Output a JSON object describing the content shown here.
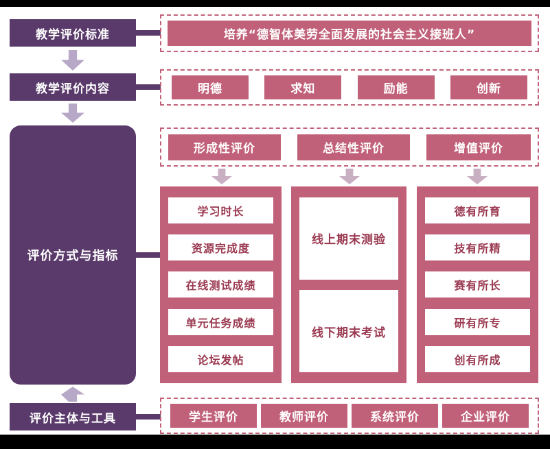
{
  "colors": {
    "purple": "#5a3a6b",
    "rose": "#c16179",
    "rose_text": "#9a3950",
    "arrow_lavender": "#b7a8c7",
    "arrow_rose": "#c9afc2",
    "background": "#ffffff",
    "frame": "#000000"
  },
  "left_column": {
    "standards": "教学评价标准",
    "content": "教学评价内容",
    "methods": "评价方式与指标",
    "subjects": "评价主体与工具"
  },
  "standards_row": {
    "goal": "培养“德智体美劳全面发展的社会主义接班人”"
  },
  "content_row": {
    "items": [
      "明德",
      "求知",
      "励能",
      "创新"
    ]
  },
  "methods_row": {
    "items": [
      "形成性评价",
      "总结性评价",
      "增值评价"
    ]
  },
  "indicator_columns": [
    {
      "items": [
        "学习时长",
        "资源完成度",
        "在线测试成绩",
        "单元任务成绩",
        "论坛发帖"
      ]
    },
    {
      "items": [
        "线上期末测验",
        "线下期末考试"
      ]
    },
    {
      "items": [
        "德有所育",
        "技有所精",
        "赛有所长",
        "研有所专",
        "创有所成"
      ]
    }
  ],
  "subjects_row": {
    "items": [
      "学生评价",
      "教师评价",
      "系统评价",
      "企业评价"
    ]
  }
}
